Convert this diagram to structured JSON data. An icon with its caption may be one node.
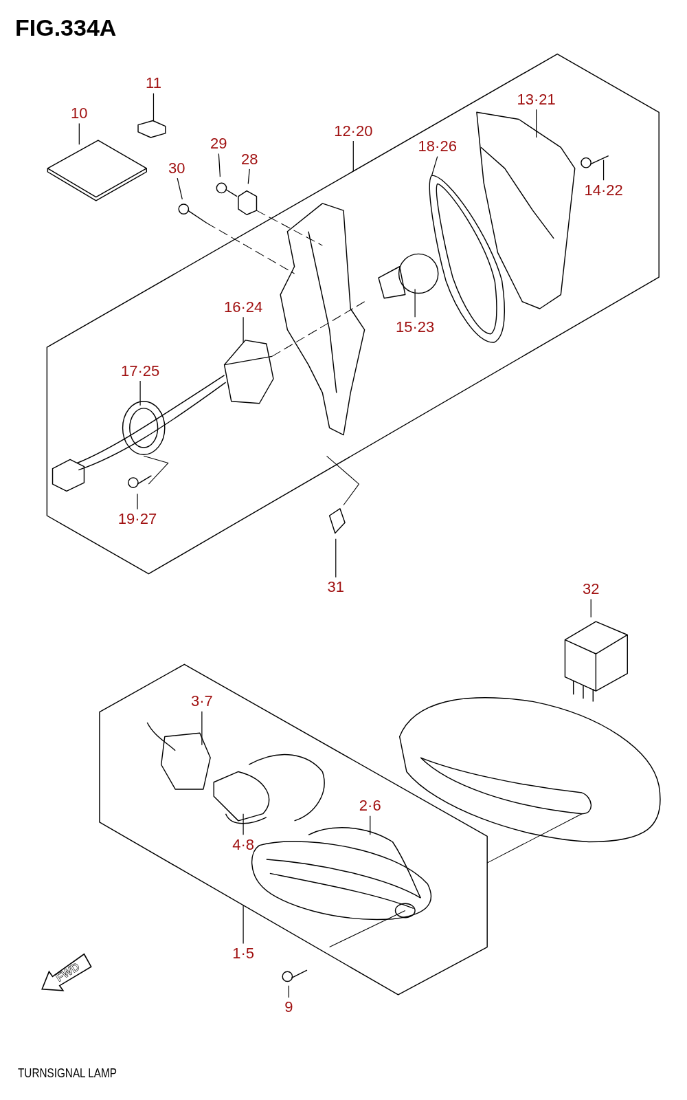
{
  "diagram": {
    "title": "FIG.334A",
    "caption": "TURNSIGNAL LAMP",
    "nodes": [
      {
        "text": [
          "10"
        ]
      },
      {
        "text": [
          "11"
        ]
      },
      {
        "text": [
          "12·20"
        ]
      },
      {
        "text": [
          "13·21"
        ]
      },
      {
        "text": [
          "14·22"
        ]
      },
      {
        "text": [
          "15·23"
        ]
      },
      {
        "text": [
          "16·24"
        ]
      },
      {
        "text": [
          "17·25"
        ]
      },
      {
        "text": [
          "18·26"
        ]
      },
      {
        "text": [
          "19·27"
        ]
      },
      {
        "text": [
          "28"
        ]
      },
      {
        "text": [
          "29"
        ]
      },
      {
        "text": [
          "30"
        ]
      },
      {
        "text": [
          "31"
        ]
      },
      {
        "text": [
          "32"
        ]
      },
      {
        "text": [
          "3·7"
        ]
      },
      {
        "text": [
          "4·8"
        ]
      },
      {
        "text": [
          "2·6"
        ]
      },
      {
        "text": [
          "1·5"
        ]
      },
      {
        "text": [
          "9"
        ]
      }
    ],
    "edges": [
      {
        "from": 0,
        "to": null,
        "arrow": "none"
      },
      {
        "from": 1,
        "to": null,
        "arrow": "none"
      },
      {
        "from": 2,
        "to": null,
        "arrow": "none"
      },
      {
        "from": 3,
        "to": null,
        "arrow": "none"
      },
      {
        "from": 4,
        "to": null,
        "arrow": "none"
      },
      {
        "from": 5,
        "to": null,
        "arrow": "none"
      },
      {
        "from": 6,
        "to": null,
        "arrow": "none"
      },
      {
        "from": 7,
        "to": null,
        "arrow": "none"
      },
      {
        "from": 8,
        "to": null,
        "arrow": "none"
      },
      {
        "from": 9,
        "to": null,
        "arrow": "none"
      },
      {
        "from": 10,
        "to": null,
        "arrow": "none"
      },
      {
        "from": 11,
        "to": null,
        "arrow": "none"
      },
      {
        "from": 12,
        "to": null,
        "arrow": "none"
      },
      {
        "from": 13,
        "to": null,
        "arrow": "none"
      },
      {
        "from": 14,
        "to": null,
        "arrow": "none"
      },
      {
        "from": 15,
        "to": null,
        "arrow": "none"
      },
      {
        "from": 16,
        "to": null,
        "arrow": "none"
      },
      {
        "from": 17,
        "to": null,
        "arrow": "none"
      },
      {
        "from": 18,
        "to": null,
        "arrow": "none"
      },
      {
        "from": 19,
        "to": null,
        "arrow": "none"
      }
    ],
    "labels": [
      "FWD"
    ]
  }
}
